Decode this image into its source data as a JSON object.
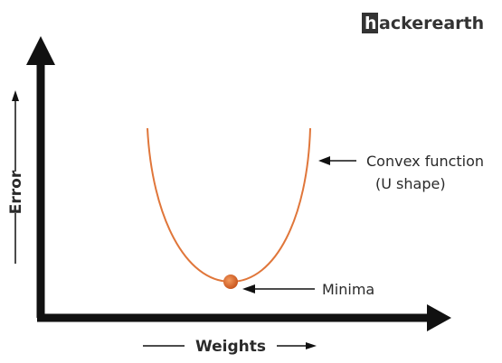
{
  "logo": {
    "initial": "h",
    "rest": "ackerearth"
  },
  "axes": {
    "x_label": "Weights",
    "y_label": "Error"
  },
  "annotations": {
    "curve_line1": "Convex function",
    "curve_line2": "(U shape)",
    "minima": "Minima"
  },
  "colors": {
    "axis": "#111111",
    "curve": "#e0763a",
    "minima_dot": "#e0763a",
    "text": "#2a2a2a"
  }
}
